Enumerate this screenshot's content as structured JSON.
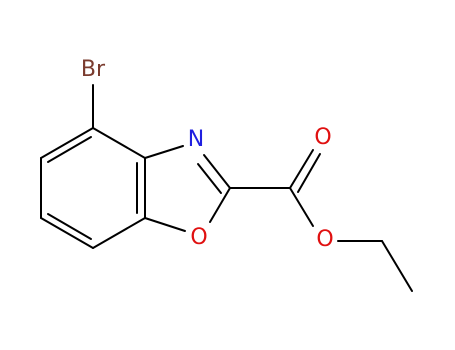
{
  "molecule": {
    "atoms": {
      "br": {
        "symbol": "Br",
        "color": "#7a3b2e"
      },
      "n": {
        "symbol": "N",
        "color": "#2020e0"
      },
      "o_ring": {
        "symbol": "O",
        "color": "#e01010"
      },
      "o_carbonyl": {
        "symbol": "O",
        "color": "#e01010"
      },
      "o_ester": {
        "symbol": "O",
        "color": "#e01010"
      }
    },
    "bond_color": "#000000"
  }
}
